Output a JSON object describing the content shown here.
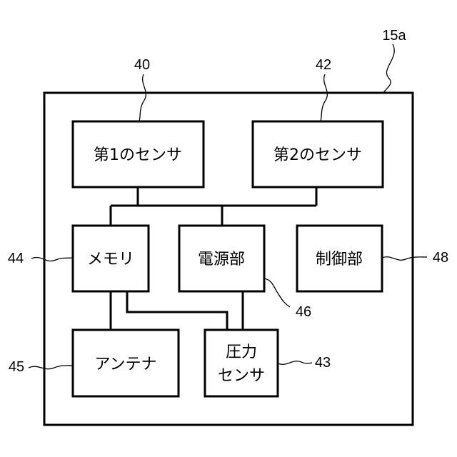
{
  "figure": {
    "device_ref": "15a",
    "blocks": {
      "sensor1": {
        "label": "第1のセンサ",
        "ref": "40"
      },
      "sensor2": {
        "label": "第2のセンサ",
        "ref": "42"
      },
      "memory": {
        "label": "メモリ",
        "ref": "44"
      },
      "power": {
        "label": "電源部",
        "ref": "46"
      },
      "control": {
        "label": "制御部",
        "ref": "48"
      },
      "antenna": {
        "label": "アンテナ",
        "ref": "45"
      },
      "pressure": {
        "label_line1": "圧力",
        "label_line2": "センサ",
        "ref": "43"
      }
    }
  }
}
